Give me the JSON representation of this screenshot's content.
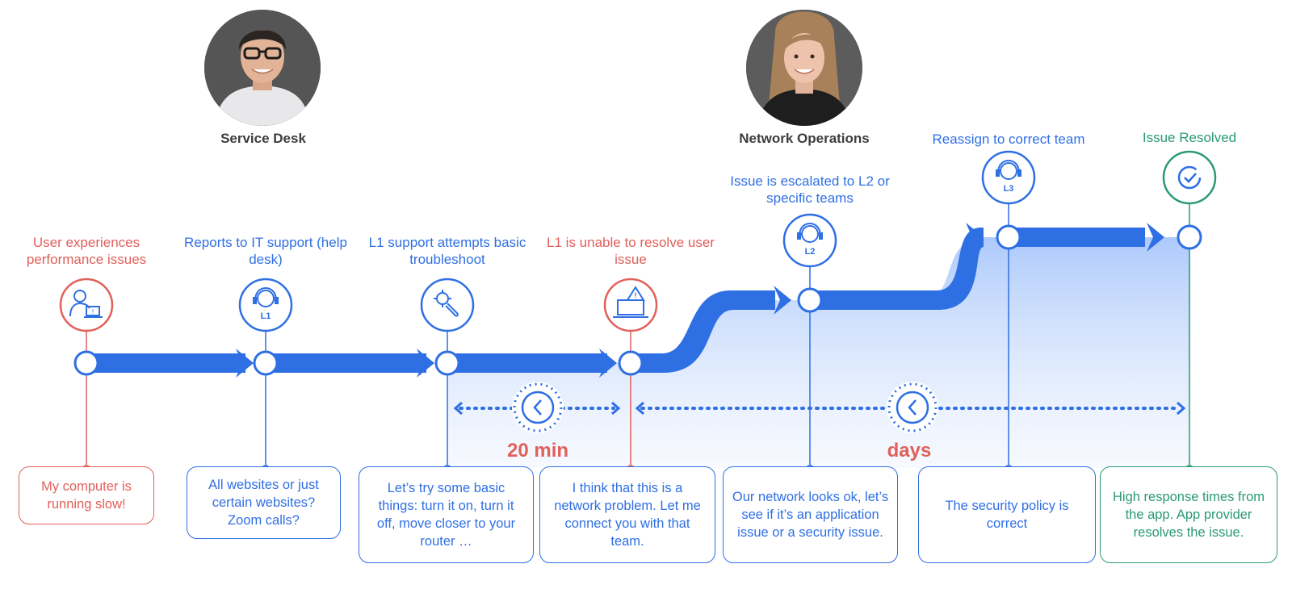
{
  "personas": [
    {
      "label": "Service Desk"
    },
    {
      "label": "Network Operations"
    }
  ],
  "steps": [
    {
      "title": "User experiences performance issues",
      "bubble": "My computer is running slow!",
      "color": "#e0605a",
      "icon": "user-laptop-warning-icon"
    },
    {
      "title": "Reports to IT support (help desk)",
      "bubble": "All websites or just certain websites? Zoom calls?",
      "color": "#2f6fe4",
      "icon": "headset-agent-icon",
      "icon_text": "L1"
    },
    {
      "title": "L1 support attempts basic troubleshoot",
      "bubble": "Let’s try some basic things: turn it on, turn it off, move closer to your router …",
      "color": "#2f6fe4",
      "icon": "wrench-gear-icon"
    },
    {
      "title": "L1 is unable to resolve user issue",
      "bubble": "I think that this is a network problem. Let me connect you with that team.",
      "color": "#e0605a",
      "icon": "laptop-warning-icon"
    },
    {
      "title": "Issue is escalated to L2 or specific teams",
      "bubble": "Our network looks ok, let’s see if it’s an application issue or a security issue.",
      "color": "#2f6fe4",
      "icon": "headset-agent-icon",
      "icon_text": "L2"
    },
    {
      "title": "Reassign to correct team",
      "bubble": "The security policy is correct",
      "color": "#2f6fe4",
      "icon": "headset-agent-icon",
      "icon_text": "L3"
    },
    {
      "title": "Issue Resolved",
      "bubble": "High response times from the app. App provider resolves the issue.",
      "color": "#2a9a74",
      "icon": "check-circle-icon"
    }
  ],
  "durations": [
    {
      "label": "20 min",
      "icon": "clock-back-icon"
    },
    {
      "label": "days",
      "icon": "clock-back-icon"
    }
  ],
  "colors": {
    "blue": "#2f6fe4",
    "red": "#e0605a",
    "green": "#2a9a74",
    "persona_text": "#3d3d3d"
  }
}
